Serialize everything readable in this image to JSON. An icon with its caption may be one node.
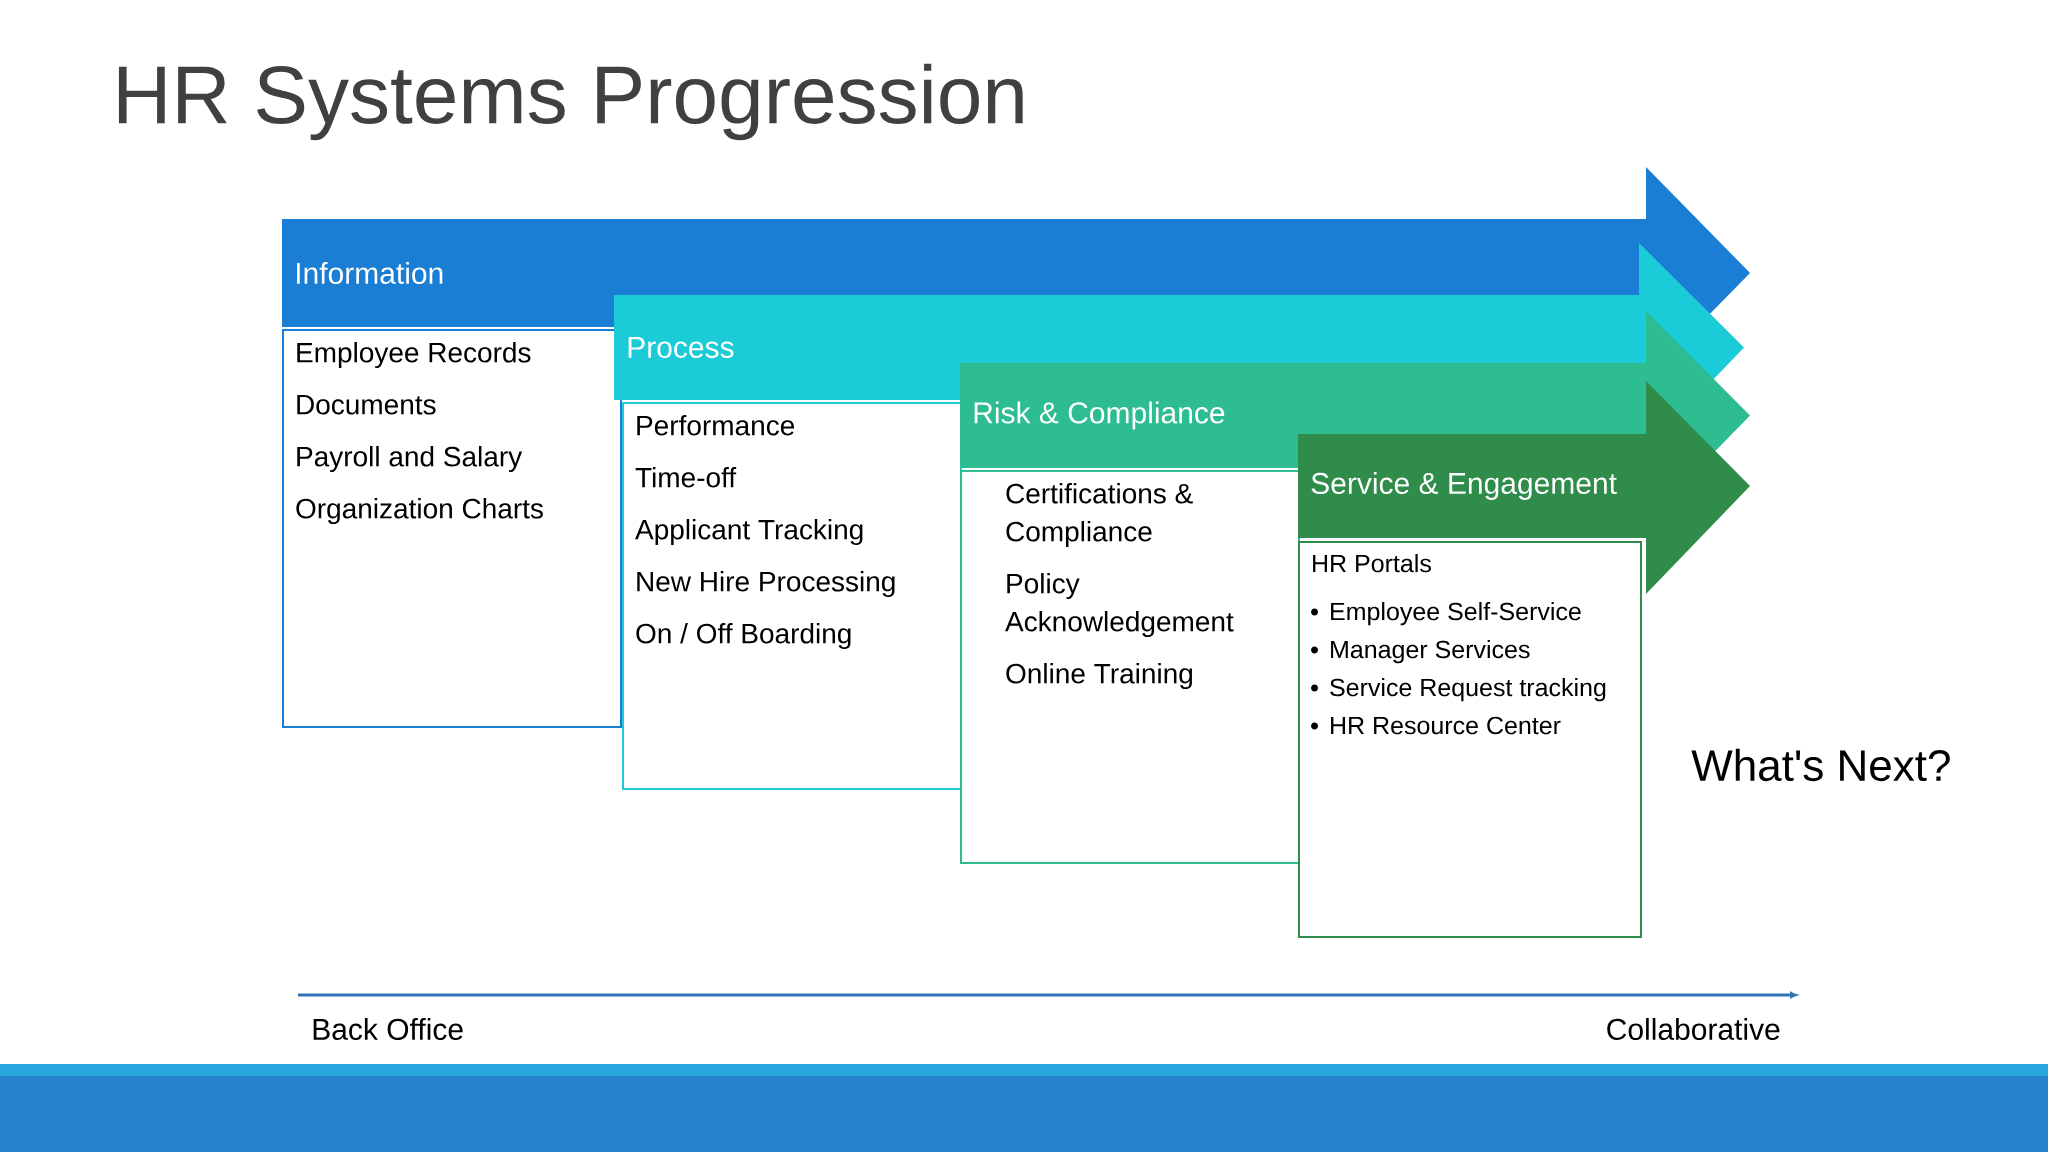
{
  "diagram": {
    "title": "HR Systems Progression",
    "nodes": [
      {
        "text": [
          "Information"
        ]
      },
      {
        "text": [
          "Employee Records",
          "Documents",
          "Payroll and Salary",
          "Organization Charts"
        ]
      },
      {
        "text": [
          "Process"
        ]
      },
      {
        "text": [
          "Performance",
          "Time-off",
          "Applicant Tracking",
          "New Hire Processing",
          "On / Off Boarding"
        ]
      },
      {
        "text": [
          "Risk & Compliance"
        ]
      },
      {
        "text": [
          "Certifications & Compliance",
          "Policy Acknowledgement",
          "Online Training"
        ]
      },
      {
        "text": [
          "Service & Engagement"
        ]
      },
      {
        "text": [
          "HR Portals",
          "Employee Self-Service",
          "Manager Services",
          "Service Request tracking",
          "HR Resource Center"
        ]
      }
    ],
    "labels": [
      "What's Next?",
      "Back Office",
      "Collaborative"
    ]
  }
}
